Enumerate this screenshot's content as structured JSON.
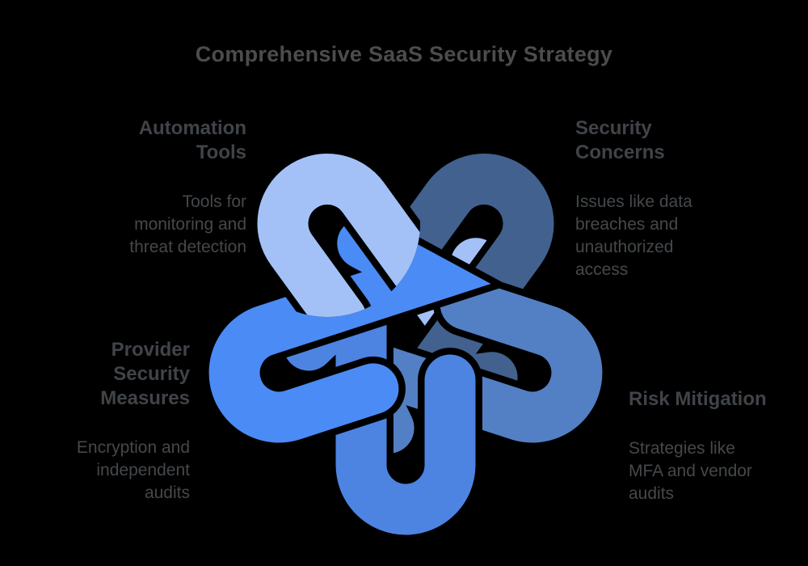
{
  "page": {
    "background_color": "#000000",
    "title": "Comprehensive SaaS Security Strategy",
    "title_color": "#4c4c4c"
  },
  "sections": [
    {
      "id": "automation-tools",
      "position": "top-left",
      "heading": "Automation\nTools",
      "body": "Tools for\nmonitoring and\nthreat detection"
    },
    {
      "id": "security-concerns",
      "position": "top-right",
      "heading": "Security\nConcerns",
      "body": "Issues like data\nbreaches and\nunauthorized\naccess"
    },
    {
      "id": "provider-security-measures",
      "position": "middle-left",
      "heading": "Provider\nSecurity\nMeasures",
      "body": "Encryption and\nindependent\naudits"
    },
    {
      "id": "risk-mitigation",
      "position": "middle-right",
      "heading": "Risk Mitigation",
      "body": "Strategies like\nMFA and vendor\naudits"
    }
  ],
  "text_colors": {
    "heading": "#404448",
    "body": "#45484b"
  },
  "knot": {
    "description": "five interlocking hairpin loops forming a woven star",
    "loops": [
      {
        "name": "automation-tools-loop",
        "position": "top-left",
        "color": "#a3c1f7"
      },
      {
        "name": "security-concerns-loop",
        "position": "top-right",
        "color": "#42618e"
      },
      {
        "name": "risk-mitigation-loop",
        "position": "right",
        "color": "#5380c4"
      },
      {
        "name": "bottom-loop",
        "position": "bottom",
        "color": "#4d84e2"
      },
      {
        "name": "provider-security-loop",
        "position": "left",
        "color": "#4b8bf5"
      }
    ]
  }
}
